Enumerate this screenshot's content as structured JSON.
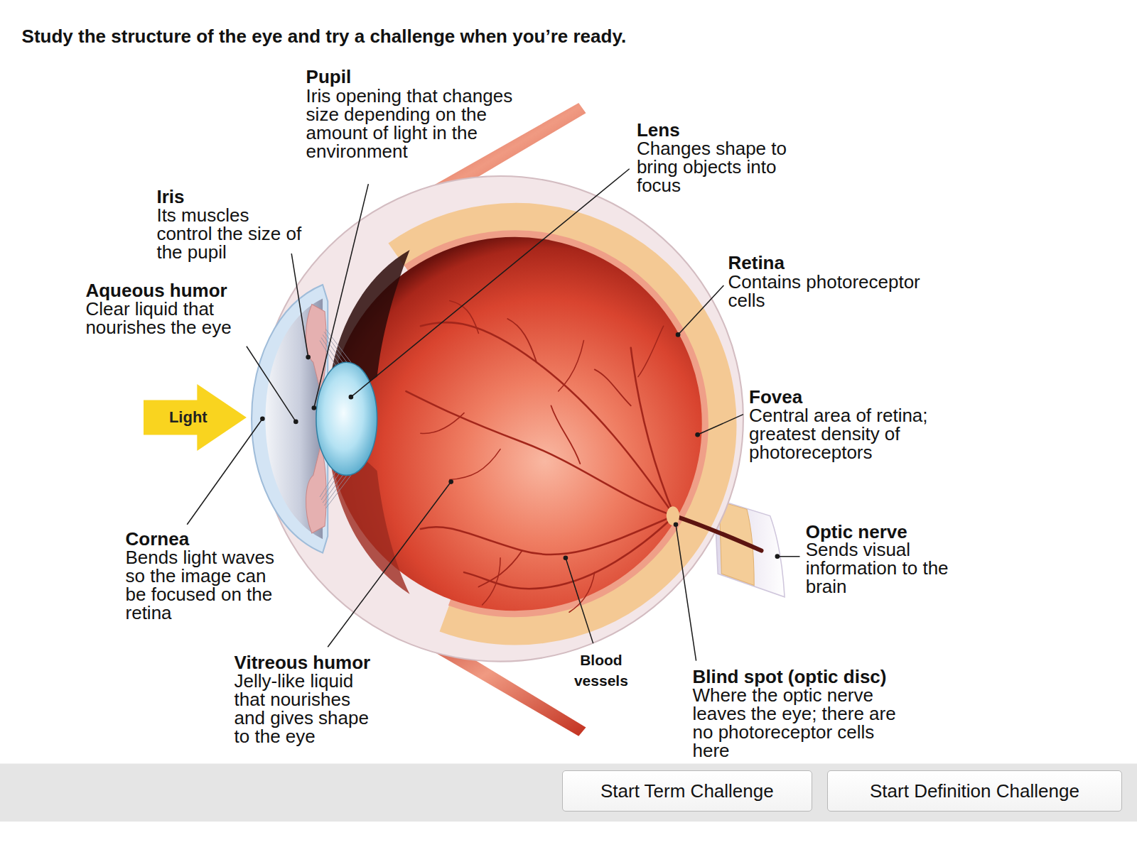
{
  "diagram": {
    "title": "Study the structure of the eye and try a challenge when you’re ready.",
    "nodes": [
      {
        "text": [
          "Light"
        ]
      },
      {
        "text": [
          "Start Term Challenge"
        ]
      },
      {
        "text": [
          "Start Definition Challenge"
        ]
      }
    ],
    "labels": [
      "Pupil",
      "Iris opening that changes size depending on the amount of light in the environment",
      "Lens",
      "Changes shape to bring objects into focus",
      "Iris",
      "Its muscles control the size of the pupil",
      "Retina",
      "Contains photoreceptor cells",
      "Aqueous humor",
      "Clear liquid that nourishes the eye",
      "Fovea",
      "Central area of retina; greatest density of photoreceptors",
      "Optic nerve",
      "Sends visual information to the brain",
      "Cornea",
      "Bends light waves so the image can be focused on the retina",
      "Vitreous humor",
      "Jelly-like liquid that nourishes and gives shape to the eye",
      "Blood vessels",
      "Blind spot (optic disc)",
      "Where the optic nerve leaves the eye; there are no photoreceptor cells here"
    ]
  }
}
